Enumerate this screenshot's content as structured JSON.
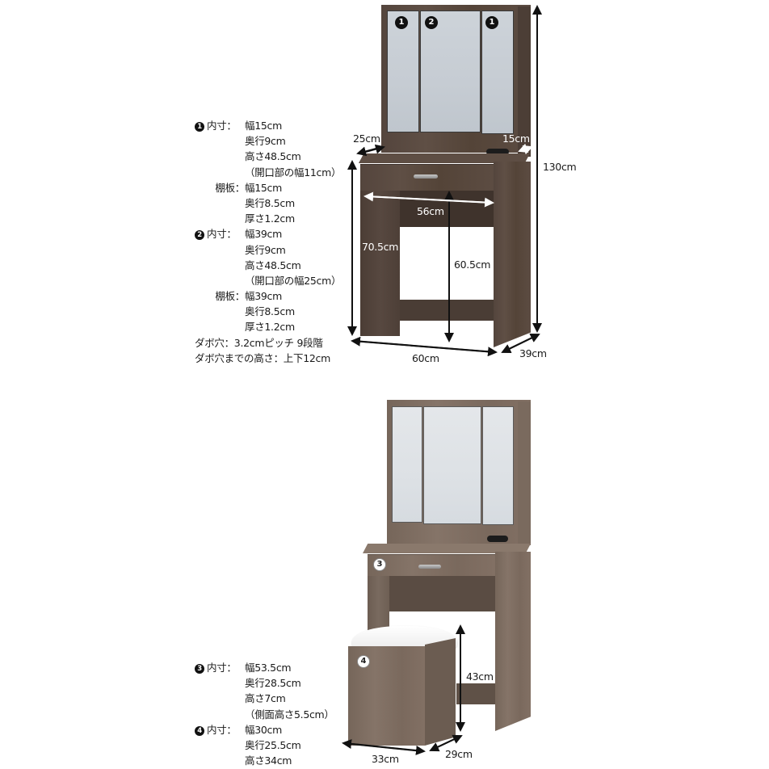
{
  "spec_top": {
    "compartment1": {
      "badge": "1",
      "label": "内寸：",
      "lines": [
        "幅15cm",
        "奥行9cm",
        "高さ48.5cm",
        "（開口部の幅11cm）"
      ],
      "shelf_label": "棚板：",
      "shelf_lines": [
        "幅15cm",
        "奥行8.5cm",
        "厚さ1.2cm"
      ]
    },
    "compartment2": {
      "badge": "2",
      "label": "内寸：",
      "lines": [
        "幅39cm",
        "奥行9cm",
        "高さ48.5cm",
        "（開口部の幅25cm）"
      ],
      "shelf_label": "棚板：",
      "shelf_lines": [
        "幅39cm",
        "奥行8.5cm",
        "厚さ1.2cm"
      ]
    },
    "dowel_holes": "ダボ穴：3.2cmピッチ 9段階",
    "dowel_height": "ダボ穴までの高さ：上下12cm"
  },
  "spec_bottom": {
    "drawer": {
      "badge": "3",
      "label": "内寸：",
      "lines": [
        "幅53.5cm",
        "奥行28.5cm",
        "高さ7cm",
        "（側面高さ5.5cm）"
      ]
    },
    "stool": {
      "badge": "4",
      "label": "内寸：",
      "lines": [
        "幅30cm",
        "奥行25.5cm",
        "高さ34cm"
      ]
    }
  },
  "dresser_top_image": {
    "mirror_badges": [
      "1",
      "2",
      "1"
    ],
    "dimensions": {
      "top_depth": "25cm",
      "side_depth": "15cm",
      "total_height": "130cm",
      "inner_width": "56cm",
      "table_height": "70.5cm",
      "knee_height": "60.5cm",
      "width": "60cm",
      "depth": "39cm"
    }
  },
  "dresser_bottom_image": {
    "drawer_badge": "3",
    "stool_badge": "4",
    "dimensions": {
      "stool_height": "43cm",
      "stool_width": "33cm",
      "stool_depth": "29cm"
    }
  },
  "colors": {
    "wood_dark": "#574840",
    "wood_light": "#7c6b5f",
    "mirror": "#c8ced5",
    "text": "#1a1a1a"
  }
}
